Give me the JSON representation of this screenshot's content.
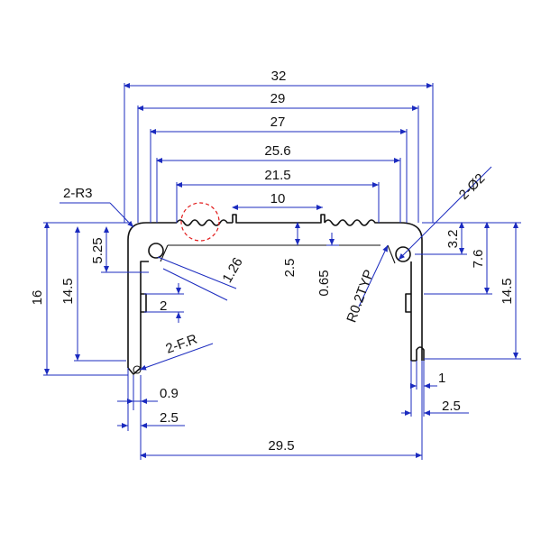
{
  "drawing": {
    "dimensions": {
      "overall_width": "32",
      "width_29": "29",
      "width_27": "27",
      "width_25_6": "25.6",
      "width_21_5": "21.5",
      "width_10": "10",
      "left_radius": "2-R3",
      "right_diameter": "2-Ø2",
      "h_5_25": "5.25",
      "h_16": "16",
      "h_14_5_left": "14.5",
      "fillet_1_26": "1.26",
      "h_2_5": "2.5",
      "h_0_65": "0.65",
      "radius_typ": "R0.2TYP",
      "h_3_2": "3.2",
      "h_7_6": "7.6",
      "h_14_5_right": "14.5",
      "slot_2": "2",
      "fillet_fr": "2-F.R",
      "w_0_9": "0.9",
      "w_2_5_left": "2.5",
      "w_1": "1",
      "w_2_5_right": "2.5",
      "bottom_29_5": "29.5"
    },
    "colors": {
      "dimension": "#1b2bbf",
      "profile": "#111111",
      "highlight": "#e21b1b"
    }
  }
}
